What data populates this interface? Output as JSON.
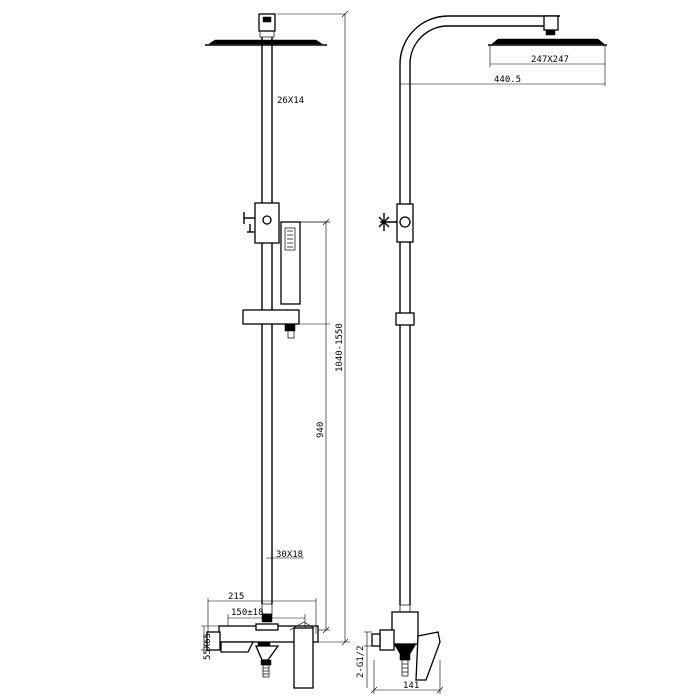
{
  "front_view": {
    "arm_size": "26X14",
    "rail_size": "30X18",
    "height_range": "1040-1550",
    "slide_height": "940",
    "mixer_width": "215",
    "mixer_centers": "150±18",
    "mixer_body": "55X65"
  },
  "side_view": {
    "head_size": "247X247",
    "arm_reach": "440.5",
    "thread": "2-G1/2",
    "projection": "141"
  }
}
